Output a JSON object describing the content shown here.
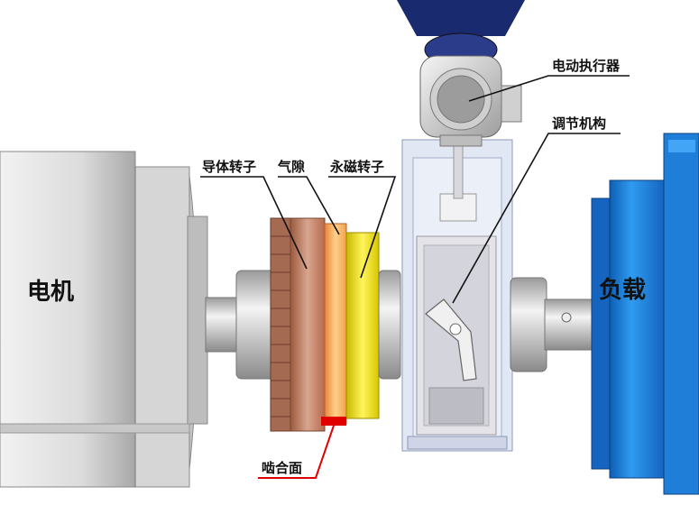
{
  "labels": {
    "motor": "电机",
    "load": "负载",
    "conductor_rotor": "导体转子",
    "air_gap": "气隙",
    "magnet_rotor": "永磁转子",
    "actuator": "电动执行器",
    "adjust_mechanism": "调节机构",
    "mesh_face": "啮合面"
  },
  "colors": {
    "motor": "#d9d9d9",
    "conductor_rotor": "#c98a6e",
    "air_gap": "#f2a14a",
    "magnet_rotor": "#f2e300",
    "load": "#1e88e5",
    "mesh_face": "#e00000",
    "frame": "#c7cfe6"
  }
}
